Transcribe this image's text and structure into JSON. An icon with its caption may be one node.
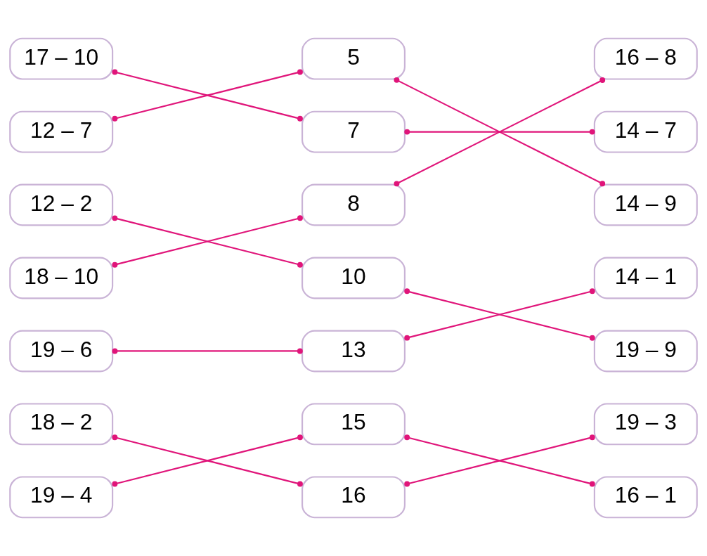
{
  "diagram": {
    "nodes": [
      {
        "text": [
          "17 – 10"
        ]
      },
      {
        "text": [
          "5"
        ]
      },
      {
        "text": [
          "16 – 8"
        ]
      },
      {
        "text": [
          "12 – 7"
        ]
      },
      {
        "text": [
          "7"
        ]
      },
      {
        "text": [
          "14 – 7"
        ]
      },
      {
        "text": [
          "12 – 2"
        ]
      },
      {
        "text": [
          "8"
        ]
      },
      {
        "text": [
          "14 – 9"
        ]
      },
      {
        "text": [
          "18 – 10"
        ]
      },
      {
        "text": [
          "10"
        ]
      },
      {
        "text": [
          "14 – 1"
        ]
      },
      {
        "text": [
          "19 – 6"
        ]
      },
      {
        "text": [
          "13"
        ]
      },
      {
        "text": [
          "19 – 9"
        ]
      },
      {
        "text": [
          "18 – 2"
        ]
      },
      {
        "text": [
          "15"
        ]
      },
      {
        "text": [
          "19 – 3"
        ]
      },
      {
        "text": [
          "19 – 4"
        ]
      },
      {
        "text": [
          "16"
        ]
      },
      {
        "text": [
          "16 – 1"
        ]
      }
    ],
    "edges": [
      {
        "from": 0,
        "to": 4,
        "arrow": "other"
      },
      {
        "from": 3,
        "to": 1,
        "arrow": "other"
      },
      {
        "from": 6,
        "to": 10,
        "arrow": "other"
      },
      {
        "from": 9,
        "to": 7,
        "arrow": "other"
      },
      {
        "from": 12,
        "to": 13,
        "arrow": "other"
      },
      {
        "from": 15,
        "to": 19,
        "arrow": "other"
      },
      {
        "from": 18,
        "to": 16,
        "arrow": "other"
      },
      {
        "from": 1,
        "to": 8,
        "arrow": "other"
      },
      {
        "from": 4,
        "to": 5,
        "arrow": "other"
      },
      {
        "from": 7,
        "to": 2,
        "arrow": "other"
      },
      {
        "from": 10,
        "to": 14,
        "arrow": "other"
      },
      {
        "from": 13,
        "to": 11,
        "arrow": "other"
      },
      {
        "from": 16,
        "to": 20,
        "arrow": "other"
      },
      {
        "from": 19,
        "to": 17,
        "arrow": "other"
      }
    ]
  }
}
